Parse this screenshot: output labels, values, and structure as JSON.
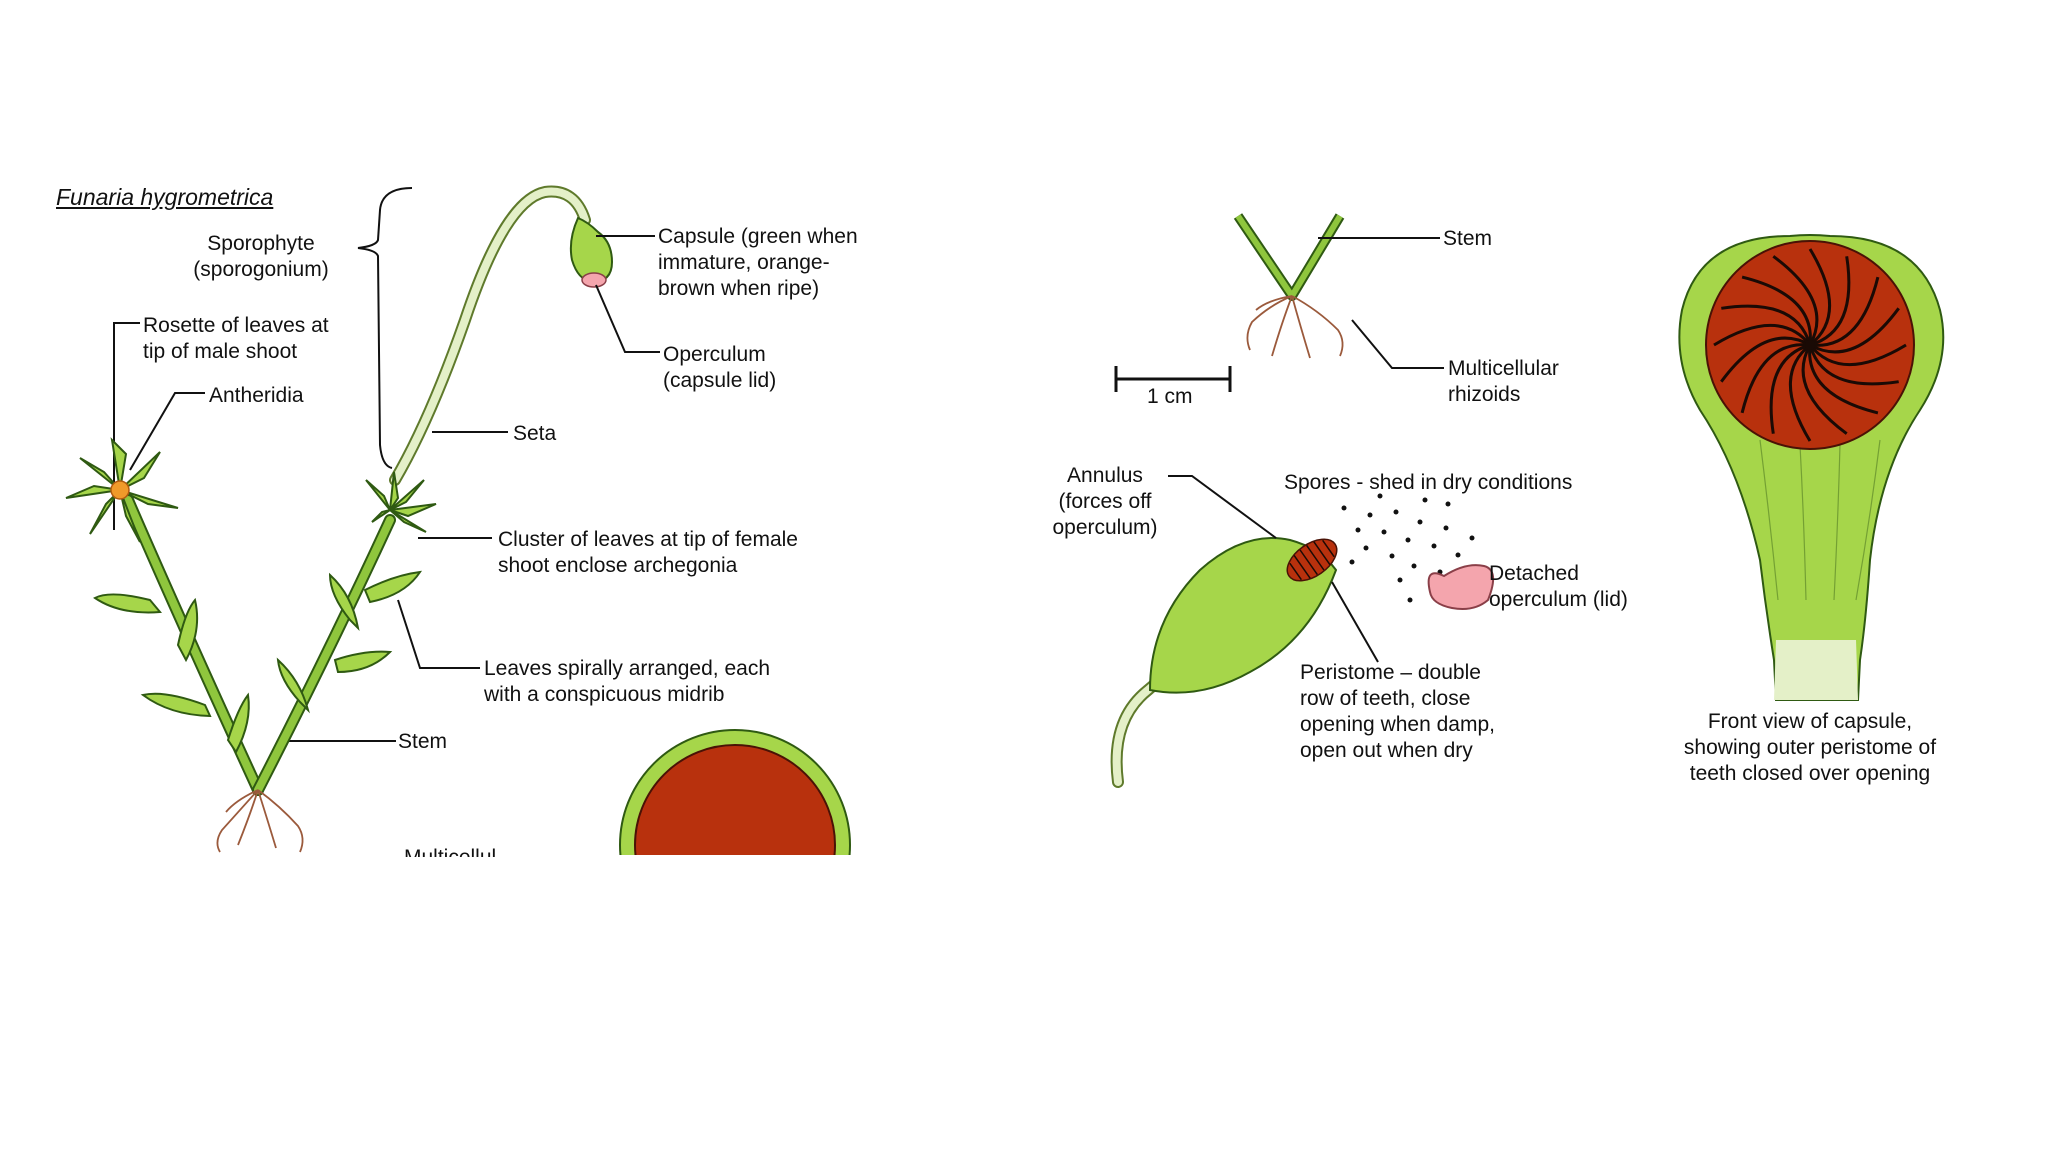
{
  "left_panel": {
    "title": "Funaria hygrometrica",
    "sporophyte": "Sporophyte\n(sporogonium)",
    "capsule": "Capsule (green when\nimmature, orange-\nbrown when ripe)",
    "operculum": "Operculum\n(capsule lid)",
    "rosette": "Rosette of leaves at\ntip of male shoot",
    "antheridia": "Antheridia",
    "seta": "Seta",
    "cluster": "Cluster of leaves at tip of female\nshoot enclose archegonia",
    "leaves": "Leaves spirally arranged, each\nwith a conspicuous midrib",
    "stem": "Stem",
    "cut_label": "Multicellul..."
  },
  "right_panel": {
    "stem": "Stem",
    "rhizoids": "Multicellular\nrhizoids",
    "scale": "1 cm",
    "annulus": "Annulus\n(forces off\noperculum)",
    "spores": "Spores - shed in dry conditions",
    "detached": "Detached\noperculum (lid)",
    "peristome": "Peristome – double\nrow of teeth, close\nopening when damp,\nopen out when dry",
    "front_view": "Front view of capsule,\nshowing outer peristome of\nteeth closed over opening"
  },
  "colors": {
    "leaf_green": "#a6d64a",
    "dark_green": "#2f5a12",
    "capsule_red": "#b8310d",
    "tooth_dark": "#1a0a05",
    "operculum_pink": "#f4a5ad",
    "rhizoid_brown": "#9b5a3c",
    "seta_pale": "#e4f0c8"
  }
}
